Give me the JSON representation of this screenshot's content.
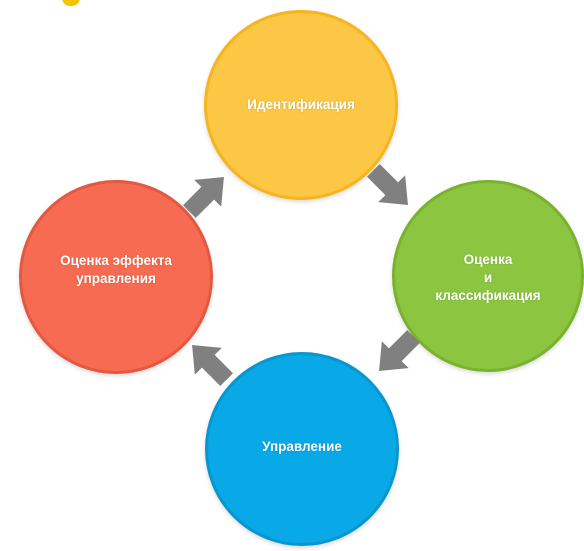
{
  "diagram": {
    "nodes": [
      {
        "id": "identification",
        "label": "Идентификация",
        "color": "#fbc745",
        "border": "#f6b51c"
      },
      {
        "id": "assessment",
        "label": "Оценка\nи\nклассификация",
        "color": "#8cc641",
        "border": "#79b22d"
      },
      {
        "id": "management",
        "label": "Управление",
        "color": "#09a9e8",
        "border": "#0896cf"
      },
      {
        "id": "effect",
        "label": "Оценка эффекта\nуправления",
        "color": "#f66b51",
        "border": "#e45840"
      }
    ],
    "arrow_color": "#808080",
    "accent_color": "#f5c400"
  }
}
